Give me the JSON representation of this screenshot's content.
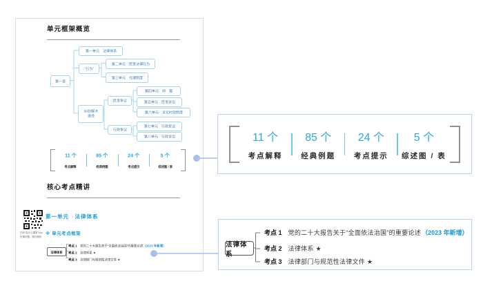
{
  "colors": {
    "accent_blue": "#29a9e1",
    "heading_blue": "#1d9ed9",
    "tree_blue": "#4187c0",
    "callout_border": "#b5d3f0",
    "connector": "#b6cdf1"
  },
  "page": {
    "overview_title": "单元框架概览",
    "core_title": "核心考点精讲",
    "unit_heading": "第一单元　法律体系",
    "subsection_marker": "※",
    "subsection_title": "单元考点框架",
    "qr_caption_line1": "扫码“会计云课堂”App",
    "qr_caption_line2": "好课好题，随扫随听"
  },
  "tree": {
    "root": "第一章",
    "unit1": "第一单元　法律体系",
    "behavior": "“行为”",
    "unit2": "第二单元　民事法律行为",
    "unit3": "第三单元　代理制度",
    "dispute_line1": "纠纷解决",
    "dispute_line2": "途径",
    "civil": "民事争议",
    "unit4": "第四单元　仲　裁",
    "unit5": "第五单元　民事诉讼",
    "unit6": "第六单元　诉讼时效制度",
    "admin": "行政争议",
    "unit7": "第七单元　行政复议",
    "unit8": "第八单元　行政诉讼"
  },
  "stats": {
    "items": [
      {
        "count": "11 个",
        "label": "考点解释"
      },
      {
        "count": "85 个",
        "label": "经典例题"
      },
      {
        "count": "24 个",
        "label": "考点提示"
      },
      {
        "count": "5 个",
        "label": "综述图 / 表"
      }
    ]
  },
  "kaodian": {
    "node": "法律体系",
    "rows": [
      {
        "label": "考点 1",
        "text": "党的二十大报告关于“全面依法治国”的重要论述",
        "tag": "（2023 年新增）"
      },
      {
        "label": "考点 2",
        "text": "法律体系 ★",
        "tag": ""
      },
      {
        "label": "考点 3",
        "text": "法律部门与规范性法律文件 ★",
        "tag": ""
      }
    ]
  }
}
